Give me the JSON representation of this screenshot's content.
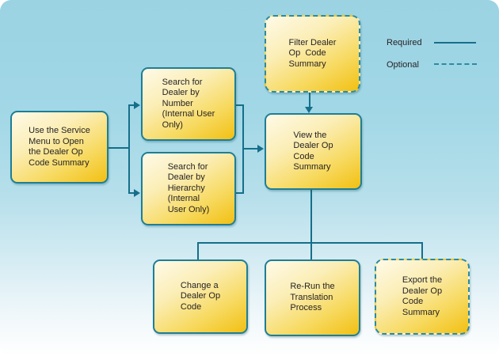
{
  "diagram": {
    "type": "flowchart",
    "colors": {
      "background_top": "#9bd3e3",
      "background_bottom": "#ffffff",
      "node_fill_light": "#fefae8",
      "node_fill_dark": "#f2c013",
      "node_border": "#1e7e96",
      "connector": "#156f8a",
      "text": "#262323"
    },
    "nodes": {
      "use_service": {
        "text": "Use the Service\nMenu to Open\nthe Dealer Op\nCode Summary",
        "style": "required"
      },
      "search_number": {
        "text": "Search for\nDealer by\nNumber\n(Internal User\nOnly)",
        "style": "required"
      },
      "search_hierarchy": {
        "text": "Search for\nDealer by\nHierarchy\n(Internal\nUser Only)",
        "style": "required"
      },
      "filter_summary": {
        "text": "Filter Dealer\nOp  Code\nSummary",
        "style": "optional"
      },
      "view_summary": {
        "text": "View the\nDealer Op\nCode\nSummary",
        "style": "required"
      },
      "change_code": {
        "text": "Change a\nDealer Op\nCode",
        "style": "required"
      },
      "rerun_translation": {
        "text": "Re-Run the\nTranslation\nProcess",
        "style": "required"
      },
      "export_summary": {
        "text": "Export the\nDealer Op\nCode\nSummary",
        "style": "optional"
      }
    },
    "legend": {
      "required_label": "Required",
      "optional_label": "Optional"
    }
  }
}
